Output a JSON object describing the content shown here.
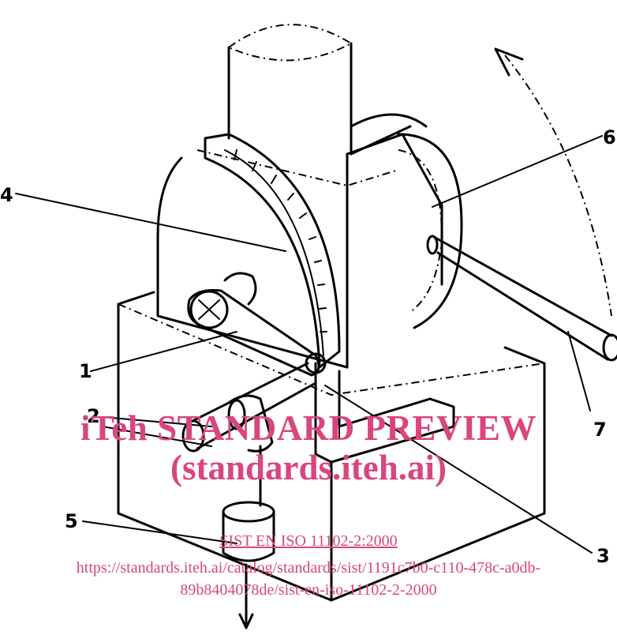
{
  "callouts": {
    "c1": "1",
    "c2": "2",
    "c3": "3",
    "c4": "4",
    "c5": "5",
    "c6": "6",
    "c7": "7"
  },
  "watermark": {
    "title": "iTeh STANDARD PREVIEW",
    "subtitle": "(standards.iteh.ai)",
    "code": "SIST EN ISO 11102-2:2000",
    "url_line1": "https://standards.iteh.ai/catalog/standards/sist/1191c7b0-c110-478c-a0db-",
    "url_line2": "89b8404078de/sist-en-iso-11102-2-2000"
  },
  "colors": {
    "watermark": "#d9467e",
    "lines": "#000000"
  }
}
